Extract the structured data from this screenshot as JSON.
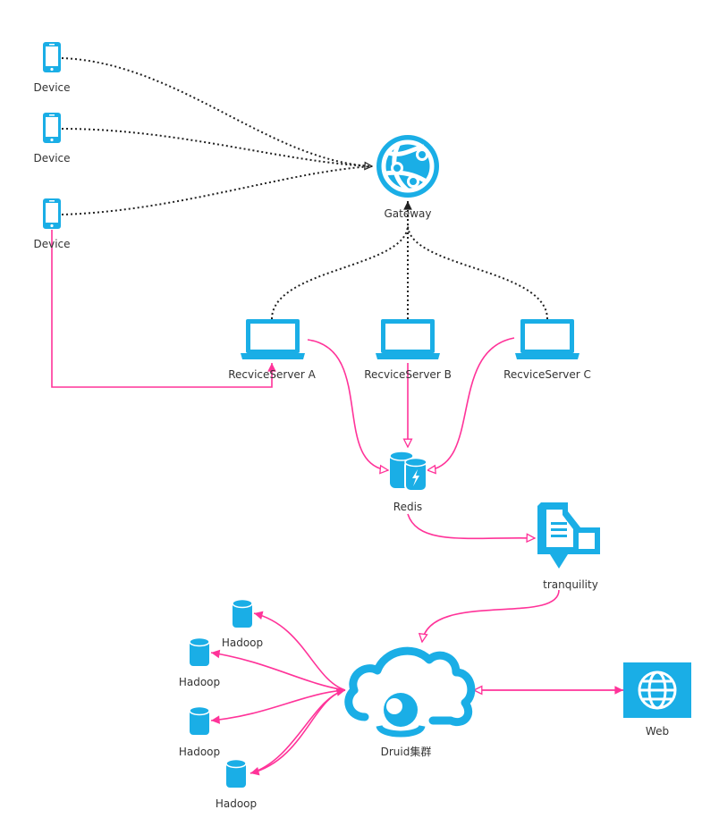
{
  "nodes": {
    "device1": "Device",
    "device2": "Device",
    "device3": "Device",
    "gateway": "Gateway",
    "server_a": "RecviceServer A",
    "server_b": "RecviceServer B",
    "server_c": "RecviceServer C",
    "redis": "Redis",
    "tranquility": "tranquility",
    "druid": "Druid集群",
    "web": "Web",
    "hadoop1": "Hadoop",
    "hadoop2": "Hadoop",
    "hadoop3": "Hadoop",
    "hadoop4": "Hadoop"
  },
  "colors": {
    "icon": "#1aaee6",
    "data_flow": "#ff3399",
    "control_flow": "#222222"
  },
  "icons": {
    "device": "smartphone-icon",
    "gateway": "globe-network-icon",
    "server": "laptop-icon",
    "redis": "cache-database-icon",
    "tranquility": "document-stream-icon",
    "druid": "cloud-icon",
    "web": "web-globe-icon",
    "hadoop": "storage-cylinder-icon"
  }
}
